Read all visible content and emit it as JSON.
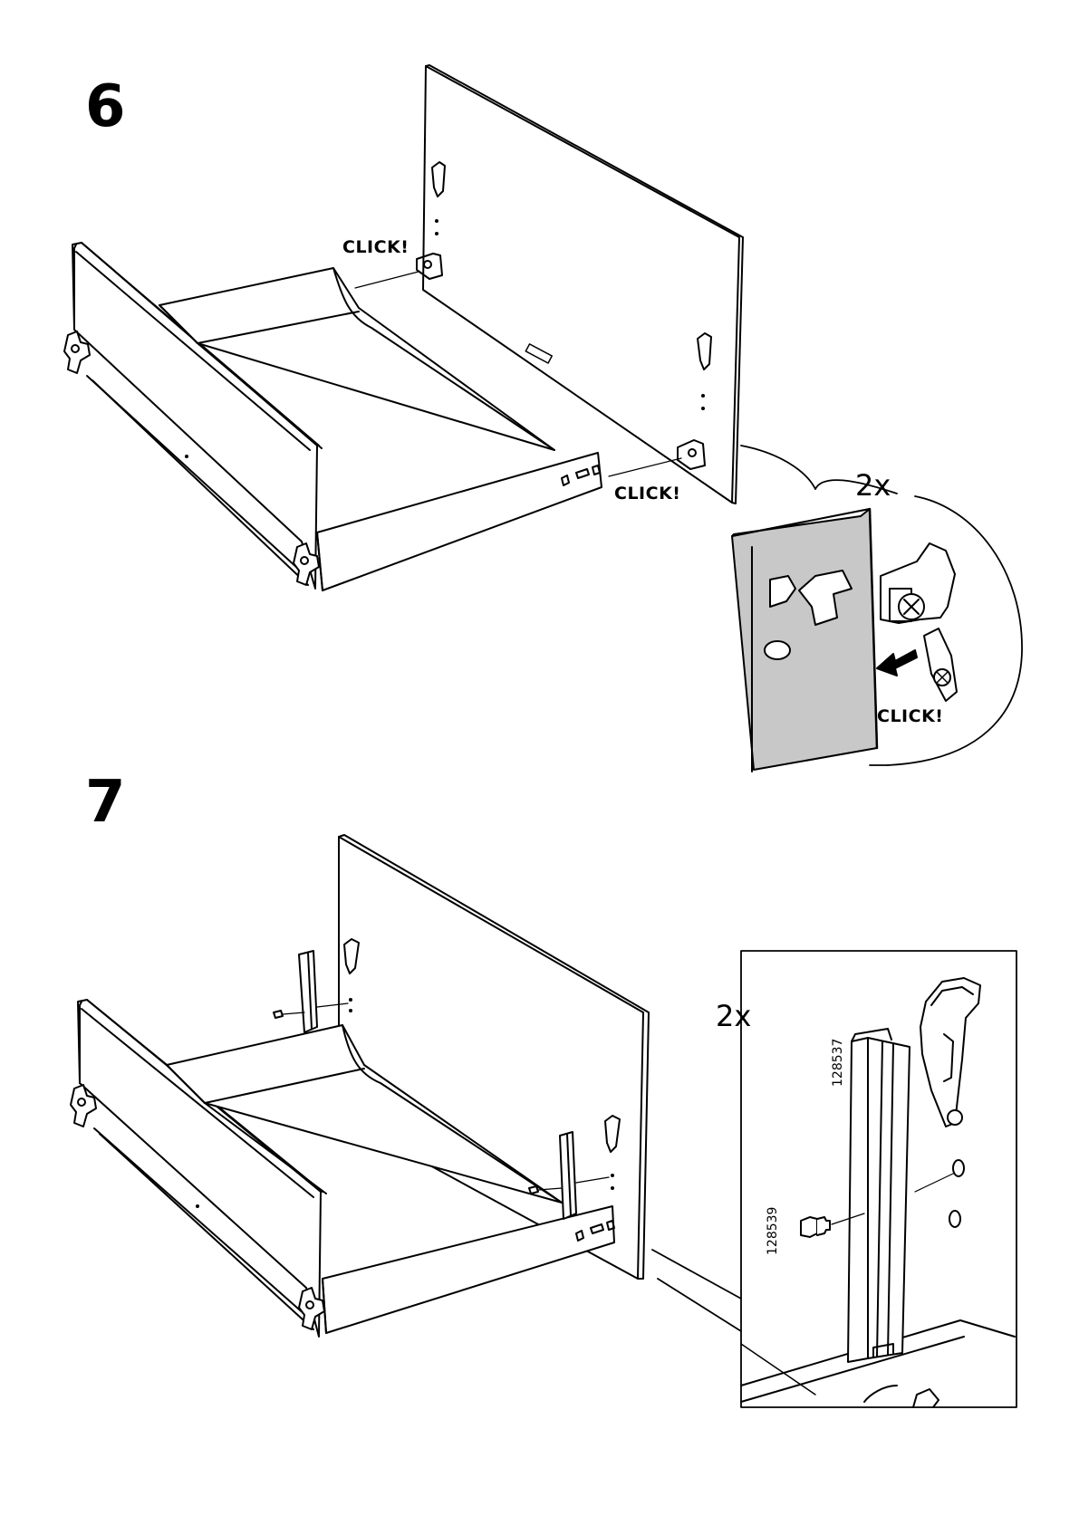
{
  "steps": [
    {
      "number": "6",
      "click_labels": [
        "CLICK!",
        "CLICK!",
        "CLICK!"
      ],
      "detail_multiplier": "2x"
    },
    {
      "number": "7",
      "detail_multiplier": "2x",
      "part_numbers": [
        "128537",
        "128539"
      ]
    }
  ],
  "colors": {
    "line": "#000000",
    "panel_fill": "#ffffff",
    "detail_shade": "#c8c8c8"
  }
}
